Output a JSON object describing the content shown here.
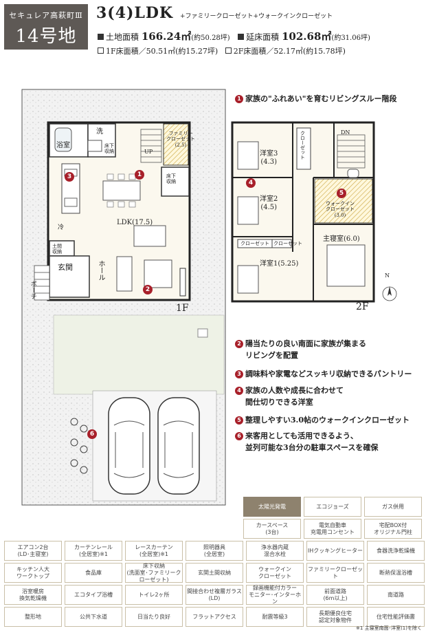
{
  "header": {
    "area_name": "セキュレア高萩町Ⅲ",
    "lot_number": "14号地",
    "layout": "3(4)LDK",
    "layout_note": "+ファミリークローゼット+ウォークインクローゼット",
    "land_area_label": "土地面積",
    "land_area_value": "166.24㎡",
    "land_area_tsubo": "(約50.28坪)",
    "floor_area_label": "延床面積",
    "floor_area_value": "102.68㎡",
    "floor_area_tsubo": "(約31.06坪)",
    "first_floor": "1F床面積／50.51㎡(約15.27坪)",
    "second_floor": "2F床面積／52.17㎡(約15.78坪)"
  },
  "floor1": {
    "tag": "1F",
    "rooms": {
      "bath": "浴室",
      "wash": "洗",
      "storage": "床下\n収納",
      "family_closet": "ファミリー\nクローゼット\n(2.5)",
      "floor_storage": "床下\n収納",
      "up": "UP",
      "ldk": "LDK(17.5)",
      "fridge": "冷",
      "entry_storage": "土間\n収納",
      "entrance": "玄関",
      "hall": "ホール",
      "porch": "ポーチ"
    },
    "markers": [
      "1",
      "2",
      "3"
    ]
  },
  "floor2": {
    "tag": "2F",
    "rooms": {
      "west3": "洋室3\n(4.3)",
      "closet_top": "クローゼット",
      "dn": "DN",
      "west2": "洋室2\n(4.5)",
      "wic": "ウォークイン\nクローゼット\n(3.0)",
      "master": "主寝室(6.0)",
      "closet_a": "クローゼット",
      "closet_b": "クローゼット",
      "west1": "洋室1(5.25)"
    },
    "markers": [
      "4",
      "5"
    ],
    "compass": "N"
  },
  "site": {
    "marker": "6"
  },
  "features": [
    {
      "num": "1",
      "lines": [
        "家族の\"ふれあい\"を育むリビングスルー階段"
      ]
    },
    {
      "num": "2",
      "lines": [
        "陽当たりの良い南面に家族が集まる",
        "リビングを配置"
      ]
    },
    {
      "num": "3",
      "lines": [
        "調味料や家電などスッキリ収納できるパントリー"
      ]
    },
    {
      "num": "4",
      "lines": [
        "家族の人数や成長に合わせて",
        "間仕切りできる洋室"
      ]
    },
    {
      "num": "5",
      "lines": [
        "整理しやすい3.0帖のウォークインクローゼット"
      ]
    },
    {
      "num": "6",
      "lines": [
        "来客用としても活用できるよう、",
        "並列可能な3台分の駐車スペースを確保"
      ]
    }
  ],
  "amenities_top": [
    {
      "label": "太陽光発電",
      "on": true
    },
    {
      "label": "エコジョーズ",
      "on": false
    },
    {
      "label": "ガス併用",
      "on": false
    },
    {
      "label": "カースペース\n(3台)",
      "on": false
    },
    {
      "label": "電気自動車\n充電用コンセント",
      "on": false
    },
    {
      "label": "宅配BOX付\nオリジナル門柱",
      "on": false
    }
  ],
  "amenities_grid": [
    [
      "エアコン2台\n(LD･主寝室)",
      "カーテンレール\n(全居室)※1",
      "レースカーテン\n(全居室)※1",
      "照明器具\n(全居室)",
      "浄水器内蔵\n混合水栓",
      "IHクッキングヒーター",
      "食器洗浄乾燥機"
    ],
    [
      "キッチン人大\nワークトップ",
      "食品庫",
      "床下収納\n(洗面室･ファミリークローゼット)",
      "玄関土間収納",
      "ウォークイン\nクローゼット",
      "ファミリークローゼット",
      "断熱保温浴槽"
    ],
    [
      "浴室暖房\n換気乾燥機",
      "エコタイプ浴槽",
      "トイレ2ヶ所",
      "間接合わせ複層ガラス\n(LD)",
      "録画機能付カラー\nモニター･インターホン",
      "前面道路\n(6m以上)",
      "南道路"
    ],
    [
      "整形地",
      "公共下水道",
      "日当たり良好",
      "フラットアクセス",
      "耐震等級3",
      "長期優良住宅\n認定対象物件",
      "住宅性能評価書"
    ]
  ],
  "footnote": "※1 主寝室南面･洋室(1)を除く"
}
